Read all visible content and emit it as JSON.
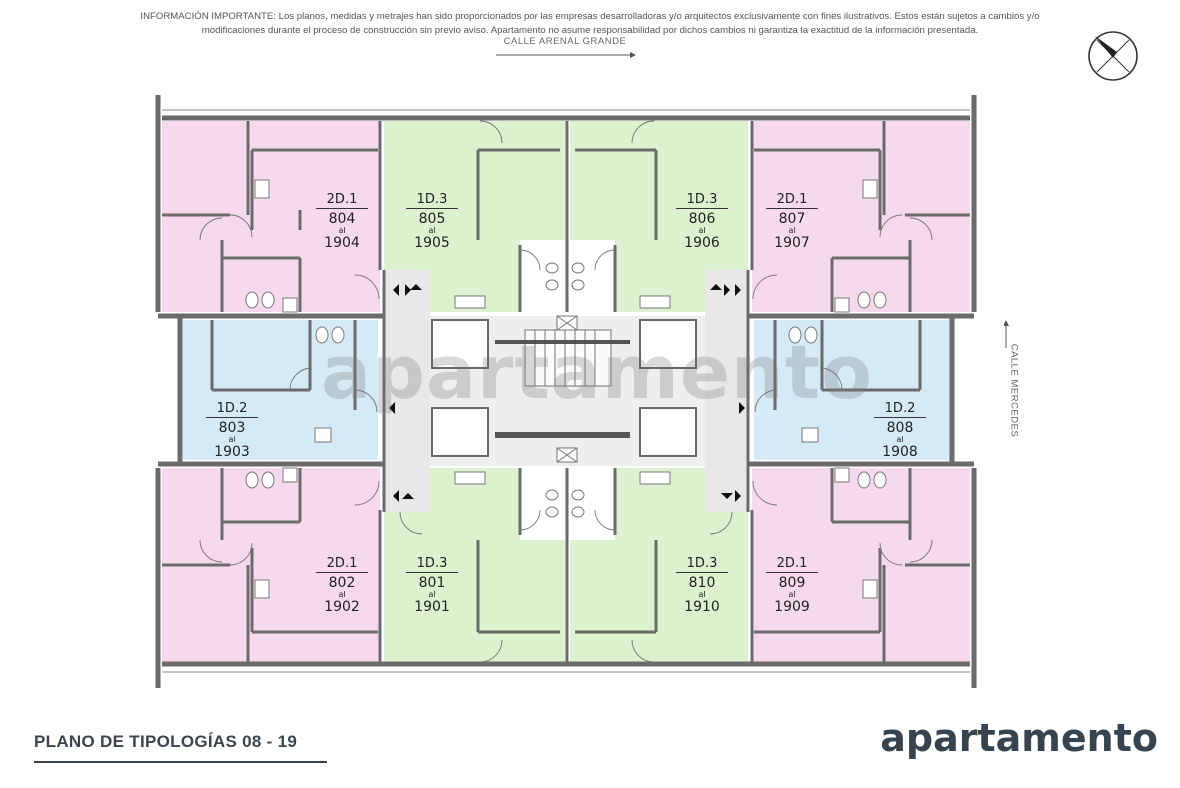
{
  "disclaimer": "INFORMACIÓN IMPORTANTE: Los planos, medidas y metrajes han sido proporcionados por las empresas desarrolladoras y/o arquitectos exclusivamente con fines ilustrativos. Estos están sujetos a cambios y/o modificaciones durante el proceso de construcción sin previo aviso. Apartamento no asume responsabilidad por dichos cambios ni garantiza la exactitud de la información presentada.",
  "street_top": "CALLE ARENAL GRANDE",
  "street_right": "CALLE MERCEDES",
  "watermark": "apartamento",
  "plan_title": "PLANO DE TIPOLOGÍAS 08 - 19",
  "brand": "apartamento",
  "colors": {
    "two_bedroom": "#f7d9ee",
    "one_bedroom_green": "#dcf1cd",
    "one_bedroom_blue": "#d4ebf7",
    "core": "#e6e6e6",
    "walls": "#6b6b6b"
  },
  "units": [
    {
      "type": "2D.1",
      "from": "804",
      "al": "al",
      "to": "1904"
    },
    {
      "type": "1D.3",
      "from": "805",
      "al": "al",
      "to": "1905"
    },
    {
      "type": "1D.3",
      "from": "806",
      "al": "al",
      "to": "1906"
    },
    {
      "type": "2D.1",
      "from": "807",
      "al": "al",
      "to": "1907"
    },
    {
      "type": "1D.2",
      "from": "803",
      "al": "al",
      "to": "1903"
    },
    {
      "type": "1D.2",
      "from": "808",
      "al": "al",
      "to": "1908"
    },
    {
      "type": "2D.1",
      "from": "802",
      "al": "al",
      "to": "1902"
    },
    {
      "type": "1D.3",
      "from": "801",
      "al": "al",
      "to": "1901"
    },
    {
      "type": "1D.3",
      "from": "810",
      "al": "al",
      "to": "1910"
    },
    {
      "type": "2D.1",
      "from": "809",
      "al": "al",
      "to": "1909"
    }
  ]
}
